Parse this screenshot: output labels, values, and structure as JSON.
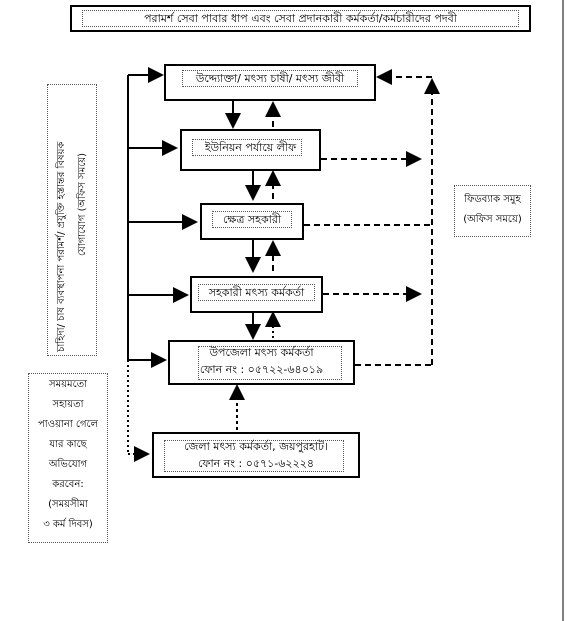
{
  "title": "পরামর্শ সেবা পাবার ধাপ এবং সেবা প্রদানকারী কর্মকর্তা/কর্মচারীদের পদবী",
  "boxes": {
    "b1": "উদ্দ্যোক্তা/ মৎস্য চাষী/ মৎস্য জীবী",
    "b2": "ইউনিয়ন পর্যায়ে লীফ",
    "b3": "ক্ষেত্র সহকারী",
    "b4": "সহকারী মৎস্য কর্মকর্তা",
    "b5_line1": "উপজেলা মৎস্য কর্মকর্তা",
    "b5_line2": "ফোন নং : ০৫৭২২-৬৪০১৯",
    "b6_line1": "জেলা মৎস্য কর্মকর্তা, জয়পুরহাট।",
    "b6_line2": "ফোন নং : ০৫৭১-৬২২২৪"
  },
  "left_vertical": {
    "line1": "চাহিদা/ চাষ ব্যবস্থাপনা পরামর্শ/ প্রযুক্তি হস্তান্তর বিষয়ক",
    "line2": "যোগাযোগ (অফিস সময়ে)"
  },
  "feedback": {
    "line1": "ফিডব্যাক সমুহ",
    "line2": "(অফিস সময়ে)"
  },
  "complaint": {
    "lines": [
      "সময়মতো",
      "সহায়তা",
      "পাওয়ানা গেলে",
      "যার কাছে",
      "অভিযোগ",
      "করবেন:",
      "(সময়সীমা",
      "৩ কর্ম দিবস)"
    ]
  }
}
